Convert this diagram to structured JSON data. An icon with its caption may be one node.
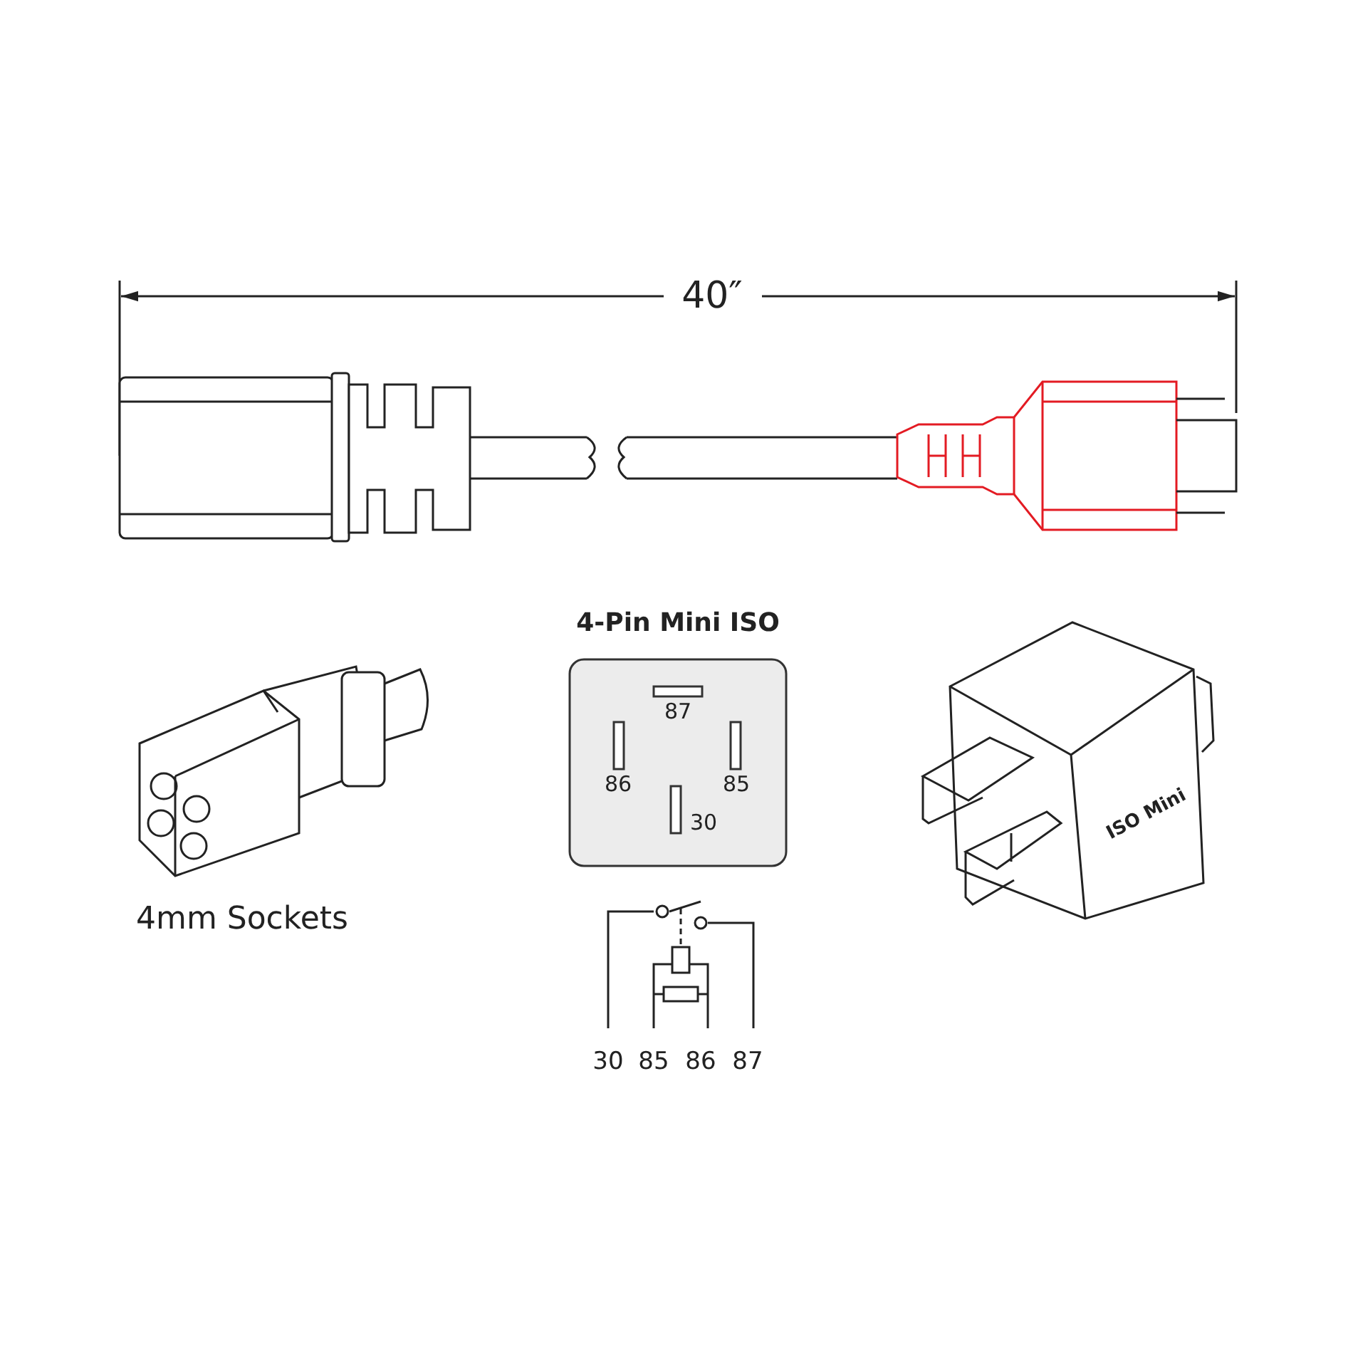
{
  "diagram": {
    "labels": [
      "40″",
      "4-Pin Mini ISO",
      "87",
      "86",
      "85",
      "30",
      "ISO Mini",
      "4mm Sockets",
      "30",
      "85",
      "86",
      "87"
    ]
  }
}
